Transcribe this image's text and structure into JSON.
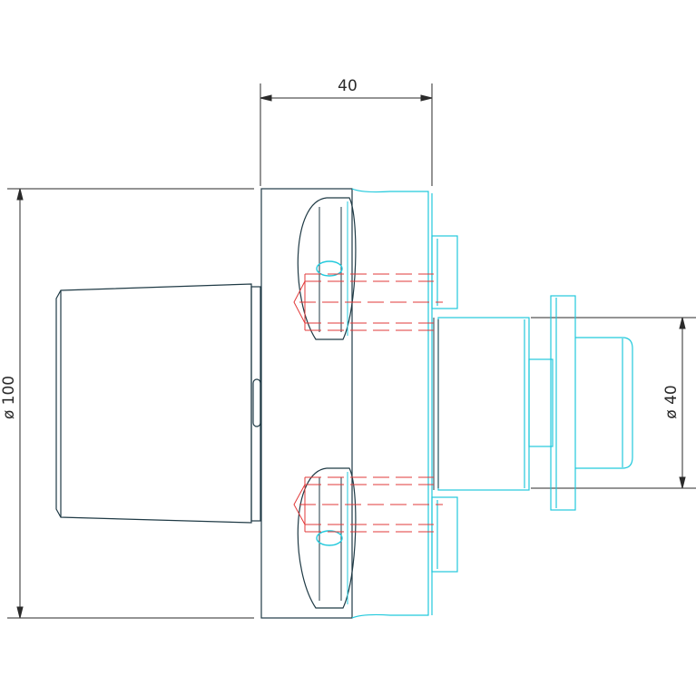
{
  "colors": {
    "outline": "#1f3a45",
    "cyan": "#22c9dc",
    "red": "#e23a3a",
    "dimension": "#2a2a2a"
  },
  "dimensions": {
    "top_width": "40",
    "left_diameter": "ø 100",
    "right_diameter": "ø 40"
  }
}
